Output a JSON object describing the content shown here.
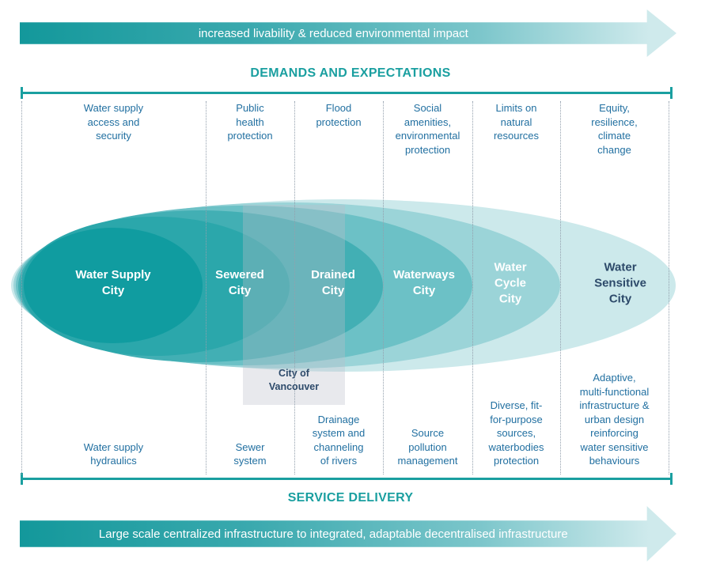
{
  "palette": {
    "teal_accent": "#1a9fa0",
    "label_blue": "#2270a1",
    "navy": "#2d4a6a",
    "arrow_gradient_start": "#13989b",
    "arrow_gradient_end": "#cfeaec"
  },
  "ellipse_colors_outer_to_inner": [
    "#cce9eb",
    "#9bd4d8",
    "#6cc1c6",
    "#42afb4",
    "#2ba7ab",
    "#109ca0"
  ],
  "top_arrow": {
    "label": "increased livability & reduced environmental impact"
  },
  "bottom_arrow": {
    "label": "Large scale centralized infrastructure to integrated, adaptable decentralised infrastructure"
  },
  "headers": {
    "demands": "DEMANDS AND EXPECTATIONS",
    "service": "SERVICE DELIVERY"
  },
  "marker": {
    "label": "City of\nVancouver"
  },
  "columns": [
    {
      "demand": "Water supply\naccess and\nsecurity",
      "city": "Water Supply\nCity",
      "service": "Water supply\nhydraulics"
    },
    {
      "demand": "Public\nhealth\nprotection",
      "city": "Sewered\nCity",
      "service": "Sewer\nsystem"
    },
    {
      "demand": "Flood\nprotection",
      "city": "Drained\nCity",
      "service": "Drainage\nsystem and\nchanneling\nof rivers"
    },
    {
      "demand": "Social\namenities,\nenvironmental\nprotection",
      "city": "Waterways\nCity",
      "service": "Source\npollution\nmanagement"
    },
    {
      "demand": "Limits on\nnatural\nresources",
      "city": "Water\nCycle\nCity",
      "service": "Diverse, fit-\nfor-purpose\nsources,\nwaterbodies\nprotection"
    },
    {
      "demand": "Equity,\nresilience,\nclimate\nchange",
      "city": "Water\nSensitive\nCity",
      "service": "Adaptive,\nmulti-functional\ninfrastructure &\nurban design\nreinforcing\nwater sensitive\nbehaviours"
    }
  ]
}
